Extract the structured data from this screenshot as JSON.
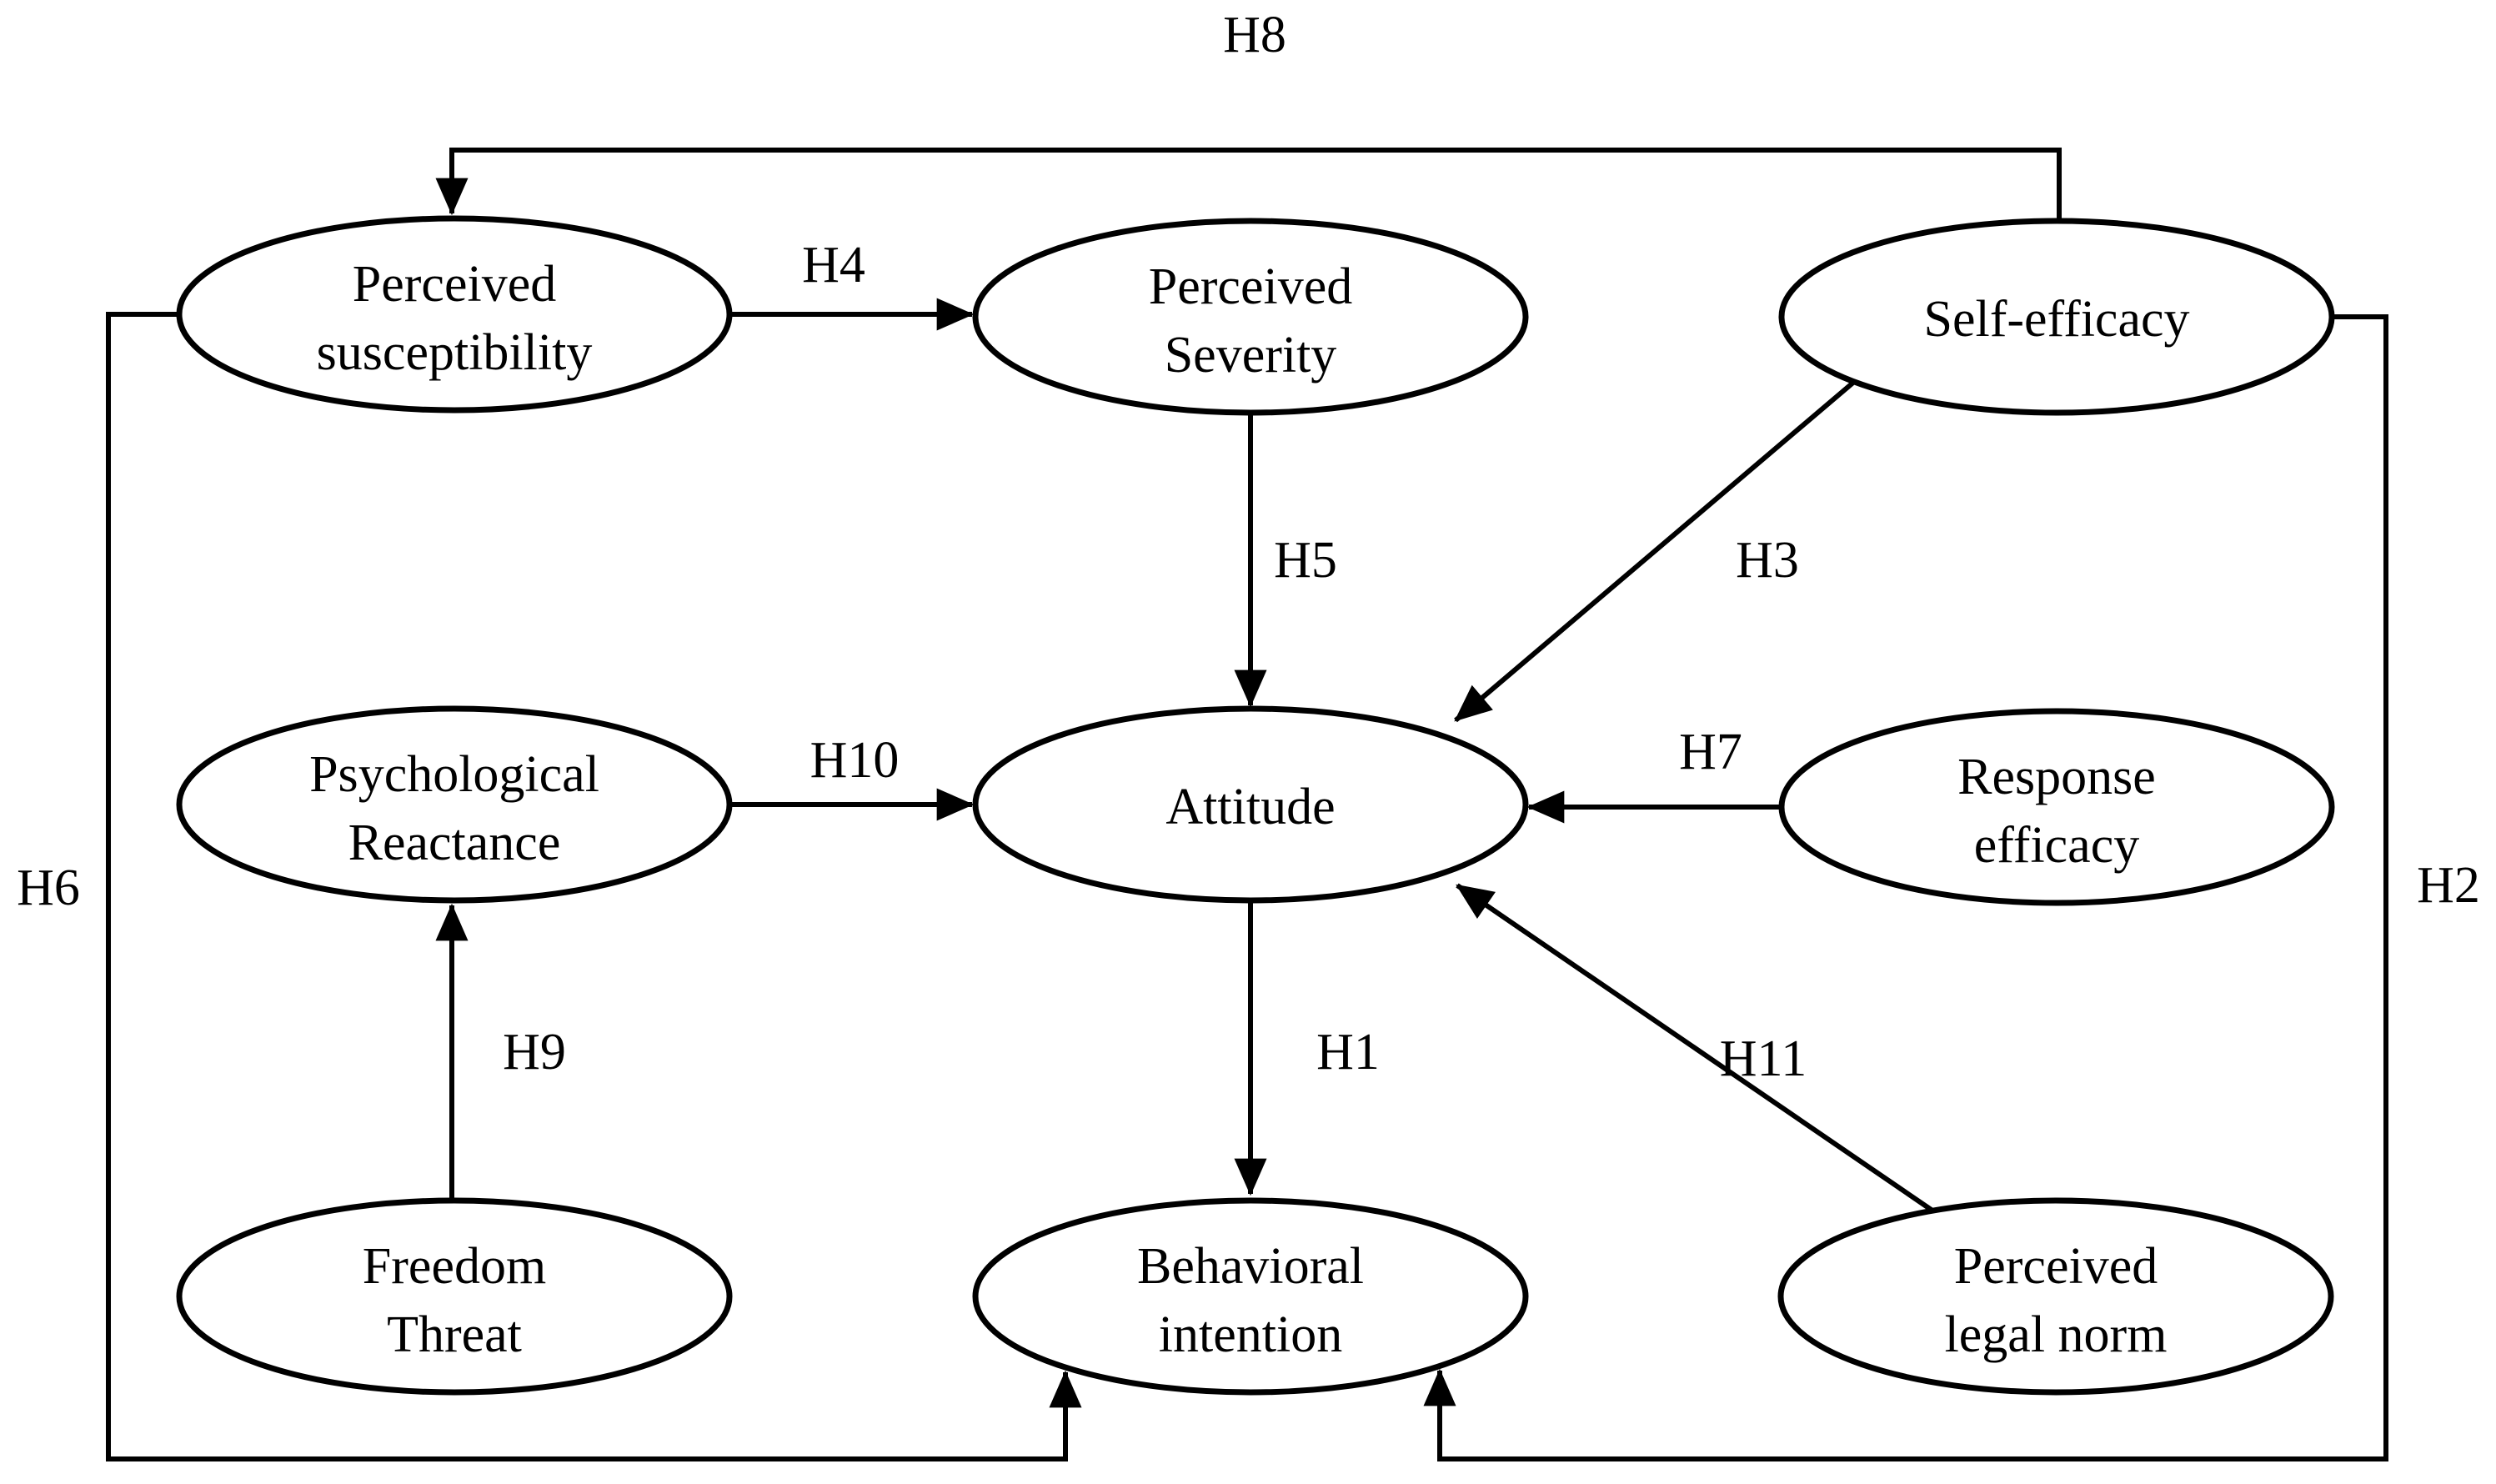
{
  "colors": {
    "background": "#ffffff",
    "stroke": "#000000",
    "text": "#000000"
  },
  "nodes": {
    "perceived_susceptibility": {
      "lines": [
        "Perceived",
        "susceptibility"
      ]
    },
    "perceived_severity": {
      "lines": [
        "Perceived",
        "Severity"
      ]
    },
    "self_efficacy": {
      "lines": [
        "Self-efficacy"
      ]
    },
    "psychological_reactance": {
      "lines": [
        "Psychological",
        "Reactance"
      ]
    },
    "attitude": {
      "lines": [
        "Attitude"
      ]
    },
    "response_efficacy": {
      "lines": [
        "Response",
        "efficacy"
      ]
    },
    "freedom_threat": {
      "lines": [
        "Freedom",
        "Threat"
      ]
    },
    "behavioral_intention": {
      "lines": [
        "Behavioral",
        "intention"
      ]
    },
    "perceived_legal_norm": {
      "lines": [
        "Perceived",
        "legal norm"
      ]
    }
  },
  "hypotheses": {
    "h1": {
      "label": "H1",
      "from": "Attitude",
      "to": "Behavioral intention"
    },
    "h2": {
      "label": "H2",
      "from": "Self-efficacy",
      "to": "Behavioral intention"
    },
    "h3": {
      "label": "H3",
      "from": "Self-efficacy",
      "to": "Attitude"
    },
    "h4": {
      "label": "H4",
      "from": "Perceived susceptibility",
      "to": "Perceived Severity"
    },
    "h5": {
      "label": "H5",
      "from": "Perceived Severity",
      "to": "Attitude"
    },
    "h6": {
      "label": "H6",
      "from": "Perceived susceptibility",
      "to": "Behavioral intention"
    },
    "h7": {
      "label": "H7",
      "from": "Response efficacy",
      "to": "Attitude"
    },
    "h8": {
      "label": "H8",
      "from": "Self-efficacy",
      "to": "Perceived susceptibility"
    },
    "h9": {
      "label": "H9",
      "from": "Freedom Threat",
      "to": "Psychological Reactance"
    },
    "h10": {
      "label": "H10",
      "from": "Psychological Reactance",
      "to": "Attitude"
    },
    "h11": {
      "label": "H11",
      "from": "Perceived legal norm",
      "to": "Attitude"
    }
  }
}
